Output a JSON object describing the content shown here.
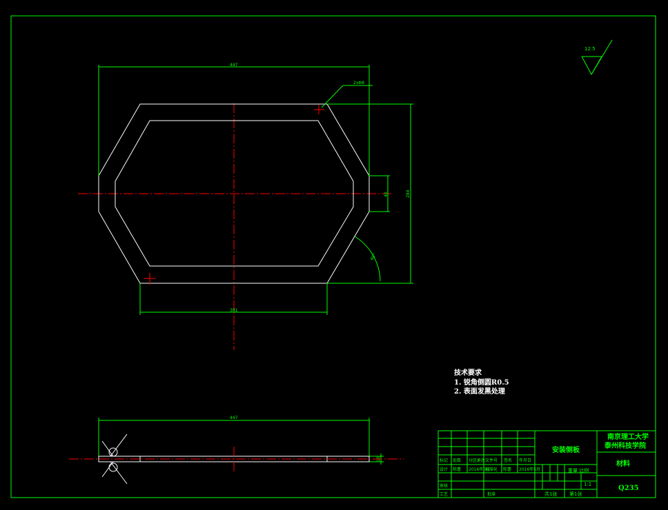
{
  "drawing": {
    "roughness": "12.5",
    "dims": {
      "top_length": "447",
      "bottom_width": "381",
      "height": "284",
      "tab_height": "40",
      "angle": "60°",
      "hole_label": "2xΦ8",
      "side_length": "447",
      "thickness": "10"
    },
    "tech": {
      "title": "技术要求",
      "line1": "1. 锐角倒圆R0.5",
      "line2": "2. 表面发黑处理"
    },
    "title_block": {
      "school_line1": "南京理工大学",
      "school_line2": "泰州科技学院",
      "part_name": "安装侧板",
      "material_label": "材料",
      "material": "Q235",
      "weight_scale": "重量 比例",
      "scale": "1:1",
      "sheets_total": "共1张",
      "sheet_no": "第1张",
      "row_headers": [
        "标记",
        "处数",
        "分区更改",
        "文件号",
        "签名",
        "年月日"
      ],
      "design_label": "设计",
      "designer": "陈蕾",
      "design_date": "2016年5月",
      "std_label": "标准化",
      "review_label": "审核",
      "process_label": "工艺",
      "approve_label": "批准"
    }
  },
  "colors": {
    "frame": "#00ff00",
    "part": "#ffffff",
    "center": "#ff0000",
    "text": "#ffffff"
  }
}
